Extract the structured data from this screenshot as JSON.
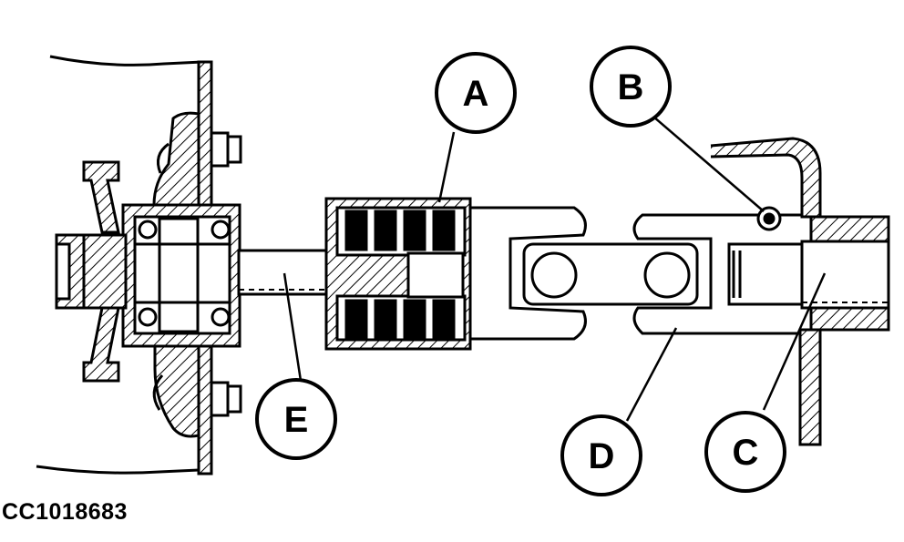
{
  "figure": {
    "reference_code": "CC1018683",
    "callouts": [
      {
        "id": "A",
        "label": "A"
      },
      {
        "id": "B",
        "label": "B"
      },
      {
        "id": "C",
        "label": "C"
      },
      {
        "id": "D",
        "label": "D"
      },
      {
        "id": "E",
        "label": "E"
      }
    ],
    "colors": {
      "line": "#000000",
      "background": "#ffffff"
    }
  }
}
